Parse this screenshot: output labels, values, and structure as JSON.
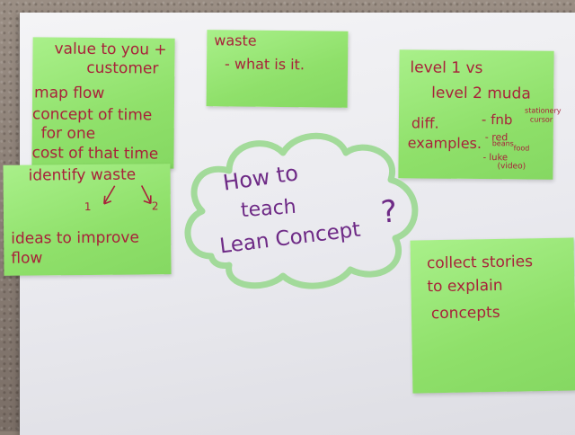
{
  "notes": {
    "value_note": {
      "lines": [
        "value to you +",
        "customer",
        "map flow",
        "concept of time",
        "for one",
        "cost of that time"
      ]
    },
    "waste_note": {
      "lines": [
        "identify waste",
        "1",
        "2",
        "ideas to improve",
        "flow"
      ]
    },
    "what_waste_note": {
      "lines": [
        "waste",
        "- what is it."
      ]
    },
    "muda_note": {
      "lines": [
        "level 1 vs",
        "level 2 muda",
        "diff.",
        "examples.",
        "- fnb",
        "stationery",
        "cursor",
        "- red",
        "beans",
        "food",
        "- luke",
        "(video)"
      ]
    },
    "stories_note": {
      "lines": [
        "collect stories",
        "to explain",
        "concepts"
      ]
    }
  },
  "cloud": {
    "lines": [
      "How to",
      "teach",
      "Lean Concept",
      "?"
    ]
  },
  "colors": {
    "note_green": "#8fe06a",
    "marker_red": "#a8223a",
    "marker_purple": "#6e2a86",
    "cloud_outline": "#8fd08a",
    "paper": "#ececf0"
  }
}
